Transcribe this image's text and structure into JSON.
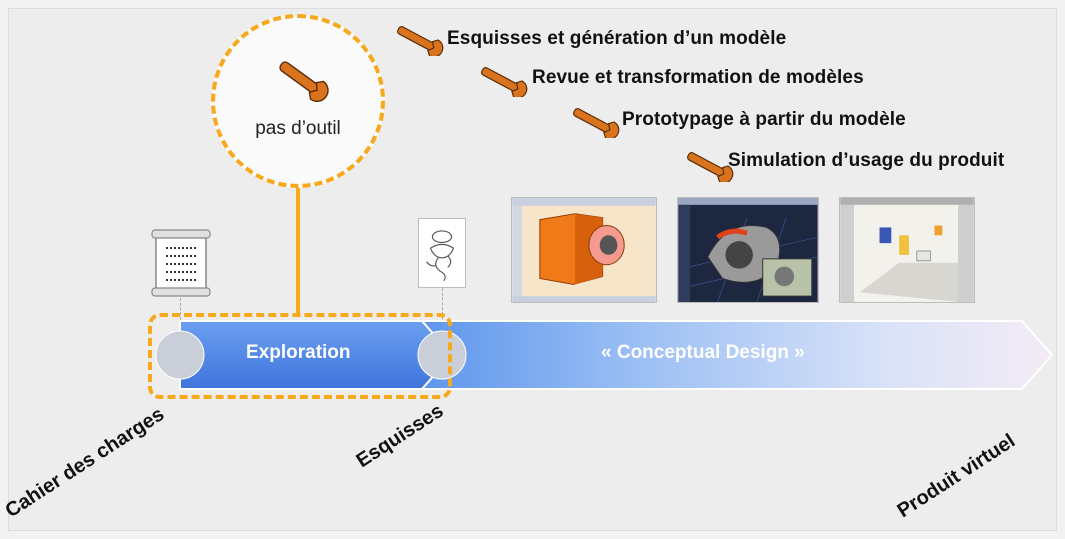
{
  "tools": [
    {
      "label": "Esquisses et génération d’un modèle",
      "icon": "wrench-icon"
    },
    {
      "label": "Revue et transformation de modèles",
      "icon": "wrench-icon"
    },
    {
      "label": "Prototypage à partir du modèle",
      "icon": "wrench-icon"
    },
    {
      "label": "Simulation d’usage du produit",
      "icon": "wrench-icon"
    }
  ],
  "no_tool": {
    "label": "pas d’outil",
    "icon": "wrench-icon"
  },
  "arrow": {
    "phase1": "Exploration",
    "phase2": "«  Conceptual Design »",
    "phase1_color": "#4f86e8",
    "phase2_color_start": "#6fa2ee",
    "phase2_color_end": "#f1e8f3"
  },
  "milestones": [
    {
      "label": "Cahier des charges",
      "icon": "document-scroll-icon"
    },
    {
      "label": "Esquisses",
      "icon": "sketch-icon"
    },
    {
      "label": "Produit virtuel"
    }
  ],
  "accent": "#f7a81b"
}
